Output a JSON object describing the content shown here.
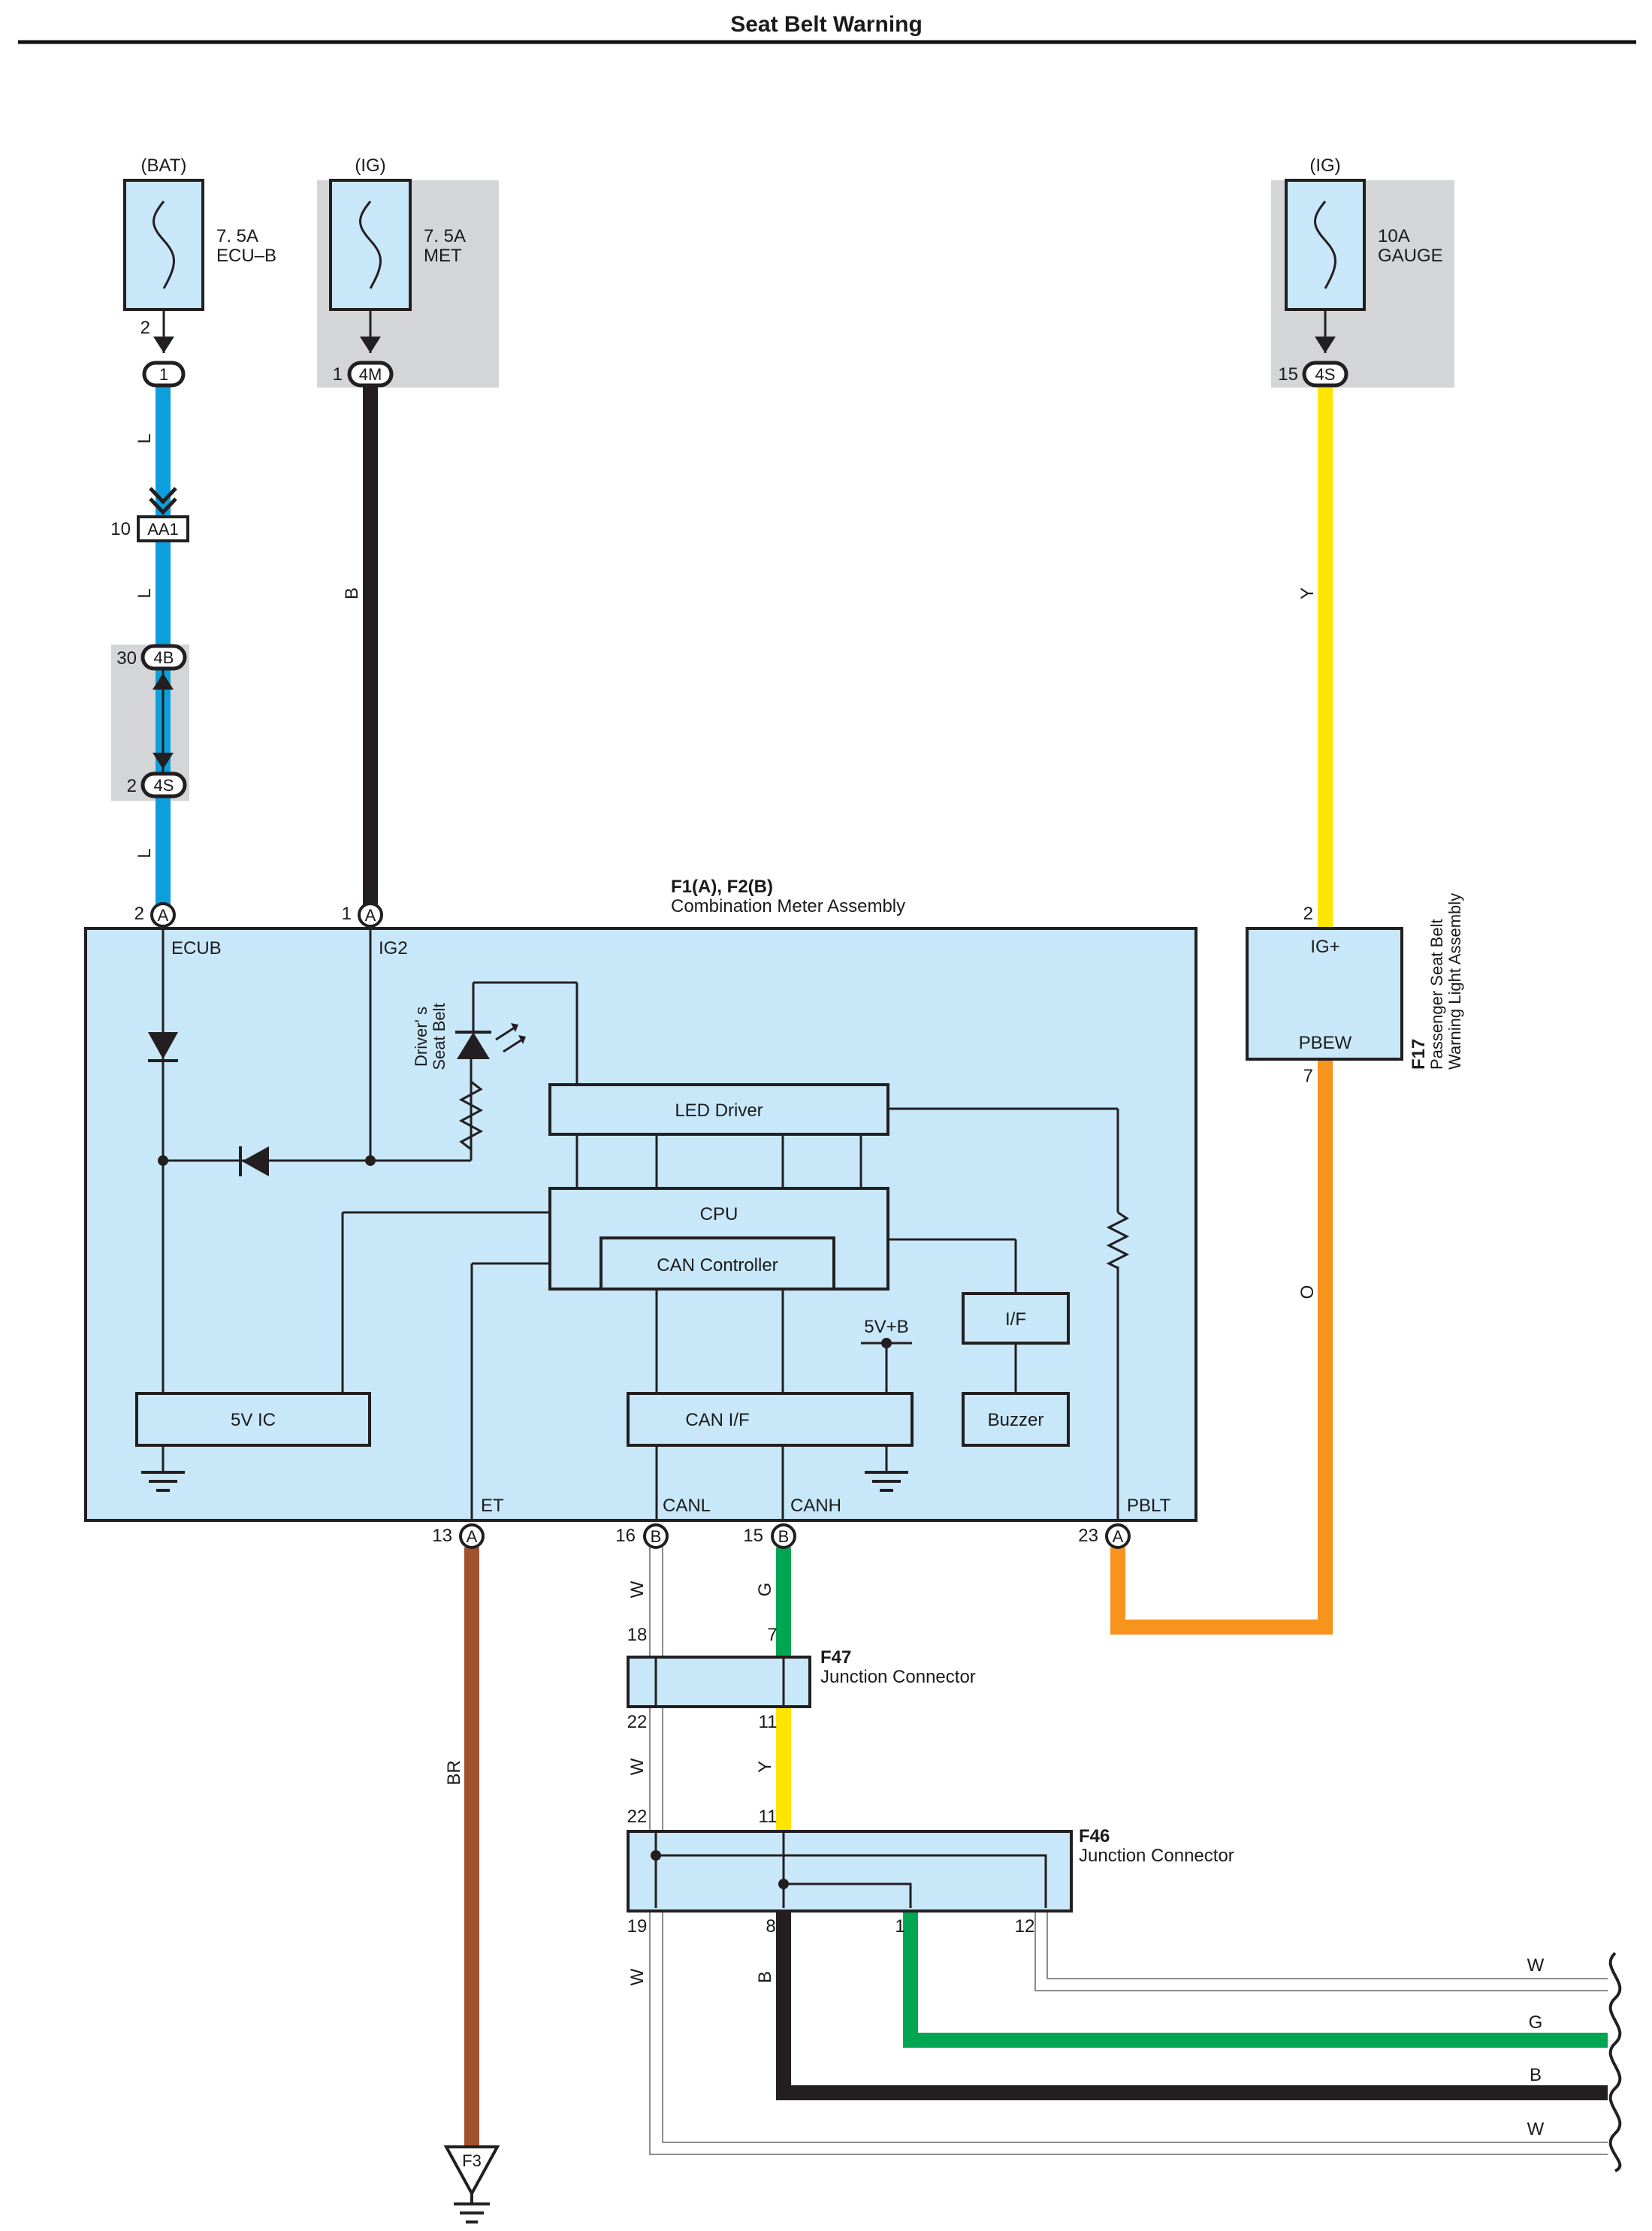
{
  "title": "Seat Belt Warning",
  "fuses": [
    {
      "source": "(BAT)",
      "rating": "7. 5A",
      "name": "ECU–B",
      "pin": "2",
      "connector": "1"
    },
    {
      "source": "(IG)",
      "rating": "7. 5A",
      "name": "MET",
      "pin": "1",
      "connector": "4M"
    },
    {
      "source": "(IG)",
      "rating": "10A",
      "name": "GAUGE",
      "pin": "15",
      "connector": "4S"
    }
  ],
  "inline_connectors": [
    {
      "pin": "10",
      "id": "AA1"
    },
    {
      "pin": "30",
      "id": "4B"
    },
    {
      "pin": "2",
      "id": "4S"
    }
  ],
  "combination_meter": {
    "id": "F1(A), F2(B)",
    "name": "Combination Meter Assembly",
    "terminals": {
      "ecub": "ECUB",
      "ig2": "IG2",
      "et": "ET",
      "canl": "CANL",
      "canh": "CANH",
      "pblt": "PBLT"
    },
    "pins": [
      {
        "num": "2",
        "conn": "A"
      },
      {
        "num": "1",
        "conn": "A"
      },
      {
        "num": "13",
        "conn": "A"
      },
      {
        "num": "16",
        "conn": "B"
      },
      {
        "num": "15",
        "conn": "B"
      },
      {
        "num": "23",
        "conn": "A"
      }
    ],
    "blocks": {
      "led_driver": "LED Driver",
      "cpu": "CPU",
      "can_controller": "CAN Controller",
      "if": "I/F",
      "five_v_ic": "5V IC",
      "can_if": "CAN I/F",
      "buzzer": "Buzzer",
      "five_v_b": "5V+B"
    },
    "driver_lamp": [
      "Driver' s",
      "Seat Belt"
    ]
  },
  "passenger_lamp": {
    "id": "F17",
    "name_lines": [
      "Passenger Seat Belt",
      "Warning Light Assembly"
    ],
    "terminals": {
      "top": "IG+",
      "bottom": "PBEW"
    },
    "pins": {
      "top": "2",
      "bottom": "7"
    }
  },
  "junction_f47": {
    "id": "F47",
    "name": "Junction Connector",
    "pins": [
      "18",
      "7",
      "22",
      "11"
    ]
  },
  "junction_f46": {
    "id": "F46",
    "name": "Junction Connector",
    "pins": [
      "22",
      "11",
      "19",
      "8",
      "1",
      "12"
    ]
  },
  "ground": {
    "id": "F3"
  },
  "wire_colors": {
    "L": "#0d9fdc",
    "B": "#231f20",
    "Y": "#ffe600",
    "O": "#f7941d",
    "BR": "#a0522d",
    "G": "#00a651",
    "W": "#ffffff"
  },
  "wire_labels": {
    "l1": "L",
    "l2": "L",
    "l3": "L",
    "b_met": "B",
    "y_gauge": "Y",
    "o_pbew": "O",
    "br_et": "BR",
    "w_canl": "W",
    "g_canh": "G",
    "w_f47": "W",
    "y_f47": "Y",
    "w_f46": "W",
    "b_f46": "B"
  },
  "right_bus_labels": [
    "W",
    "G",
    "B",
    "W"
  ]
}
